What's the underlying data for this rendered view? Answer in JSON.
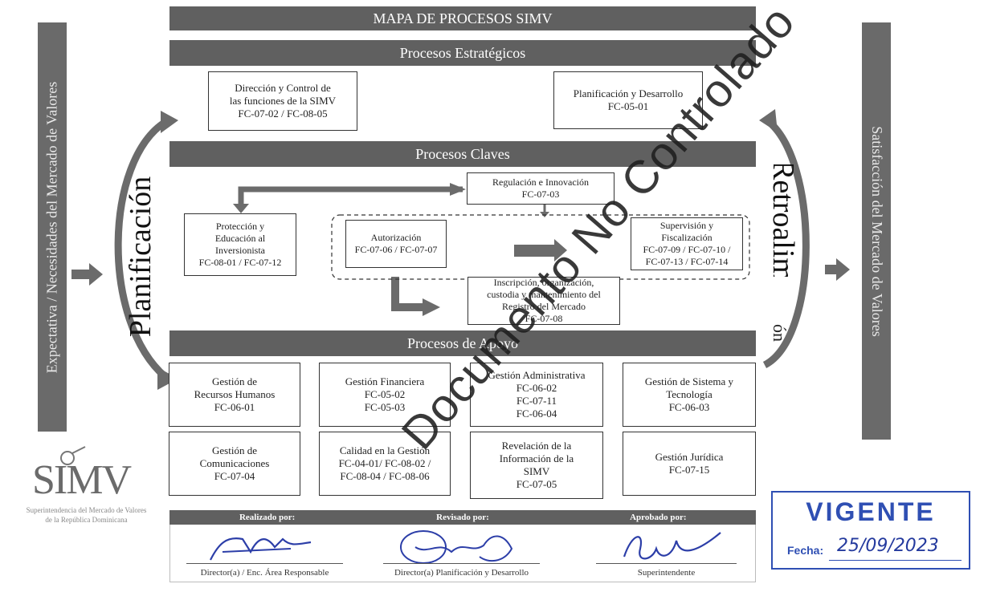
{
  "header": {
    "title": "MAPA DE PROCESOS SIMV"
  },
  "sides": {
    "left": "Expectativa / Necesidades del Mercado de Valores",
    "right": "Satisfacción del Mercado de Valores",
    "planificacion": "Planificación",
    "retroalimentacion_top": "Retroalim",
    "retroalimentacion_bottom": "ón"
  },
  "estrategicos": {
    "title": "Procesos Estratégicos",
    "boxes": [
      {
        "lines": [
          "Dirección y Control de",
          "las funciones de la SIMV",
          "FC-07-02 / FC-08-05"
        ]
      },
      {
        "lines": [
          "Planificación y Desarrollo",
          "FC-05-01"
        ]
      }
    ]
  },
  "claves": {
    "title": "Procesos Claves",
    "regulacion": {
      "lines": [
        "Regulación e Innovación",
        "FC-07-03"
      ]
    },
    "proteccion": {
      "lines": [
        "Protección y",
        "Educación al",
        "Inversionista",
        "FC-08-01 / FC-07-12"
      ]
    },
    "autorizacion": {
      "lines": [
        "Autorización",
        "FC-07-06 / FC-07-07"
      ]
    },
    "supervision": {
      "lines": [
        "Supervisión y",
        "Fiscalización",
        "FC-07-09 / FC-07-10 /",
        "FC-07-13 / FC-07-14"
      ]
    },
    "inscripcion": {
      "lines": [
        "Inscripción, organización,",
        "custodia y mantenimiento del",
        "Registro del Mercado",
        "FC-07-08"
      ]
    }
  },
  "apoyo": {
    "title": "Procesos de Apoyo",
    "boxes": [
      {
        "lines": [
          "Gestión de",
          "Recursos Humanos",
          "FC-06-01"
        ]
      },
      {
        "lines": [
          "Gestión Financiera",
          "FC-05-02",
          "FC-05-03"
        ]
      },
      {
        "lines": [
          "Gestión Administrativa",
          "FC-06-02",
          "FC-07-11",
          "FC-06-04"
        ]
      },
      {
        "lines": [
          "Gestión de Sistema y",
          "Tecnología",
          "FC-06-03"
        ]
      },
      {
        "lines": [
          "Gestión de",
          "Comunicaciones",
          "FC-07-04"
        ]
      },
      {
        "lines": [
          "Calidad en la Gestión",
          "FC-04-01/ FC-08-02 /",
          "FC-08-04 / FC-08-06"
        ]
      },
      {
        "lines": [
          "Revelación de la",
          "Información de la",
          "SIMV",
          "FC-07-05"
        ]
      },
      {
        "lines": [
          "Gestión Jurídica",
          "FC-07-15"
        ]
      }
    ]
  },
  "logo": {
    "mark": "SIMV",
    "caption_1": "Superintendencia del Mercado de Valores",
    "caption_2": "de la República Dominicana"
  },
  "signatures": {
    "realizado": "Realizado por:",
    "revisado": "Revisado por:",
    "aprobado": "Aprobado por:",
    "realizado_role": "Director(a) / Enc. Área Responsable",
    "revisado_role": "Director(a) Planificación y Desarrollo",
    "aprobado_role": "Superintendente"
  },
  "stamp": {
    "status": "VIGENTE",
    "fecha_label": "Fecha:",
    "fecha_value": "25/09/2023"
  },
  "watermark": "Documento No Controlado",
  "colors": {
    "bar": "#606060",
    "side": "#6a6a6a",
    "stamp": "#2f4fb3",
    "arrow": "#6b6b6b"
  }
}
